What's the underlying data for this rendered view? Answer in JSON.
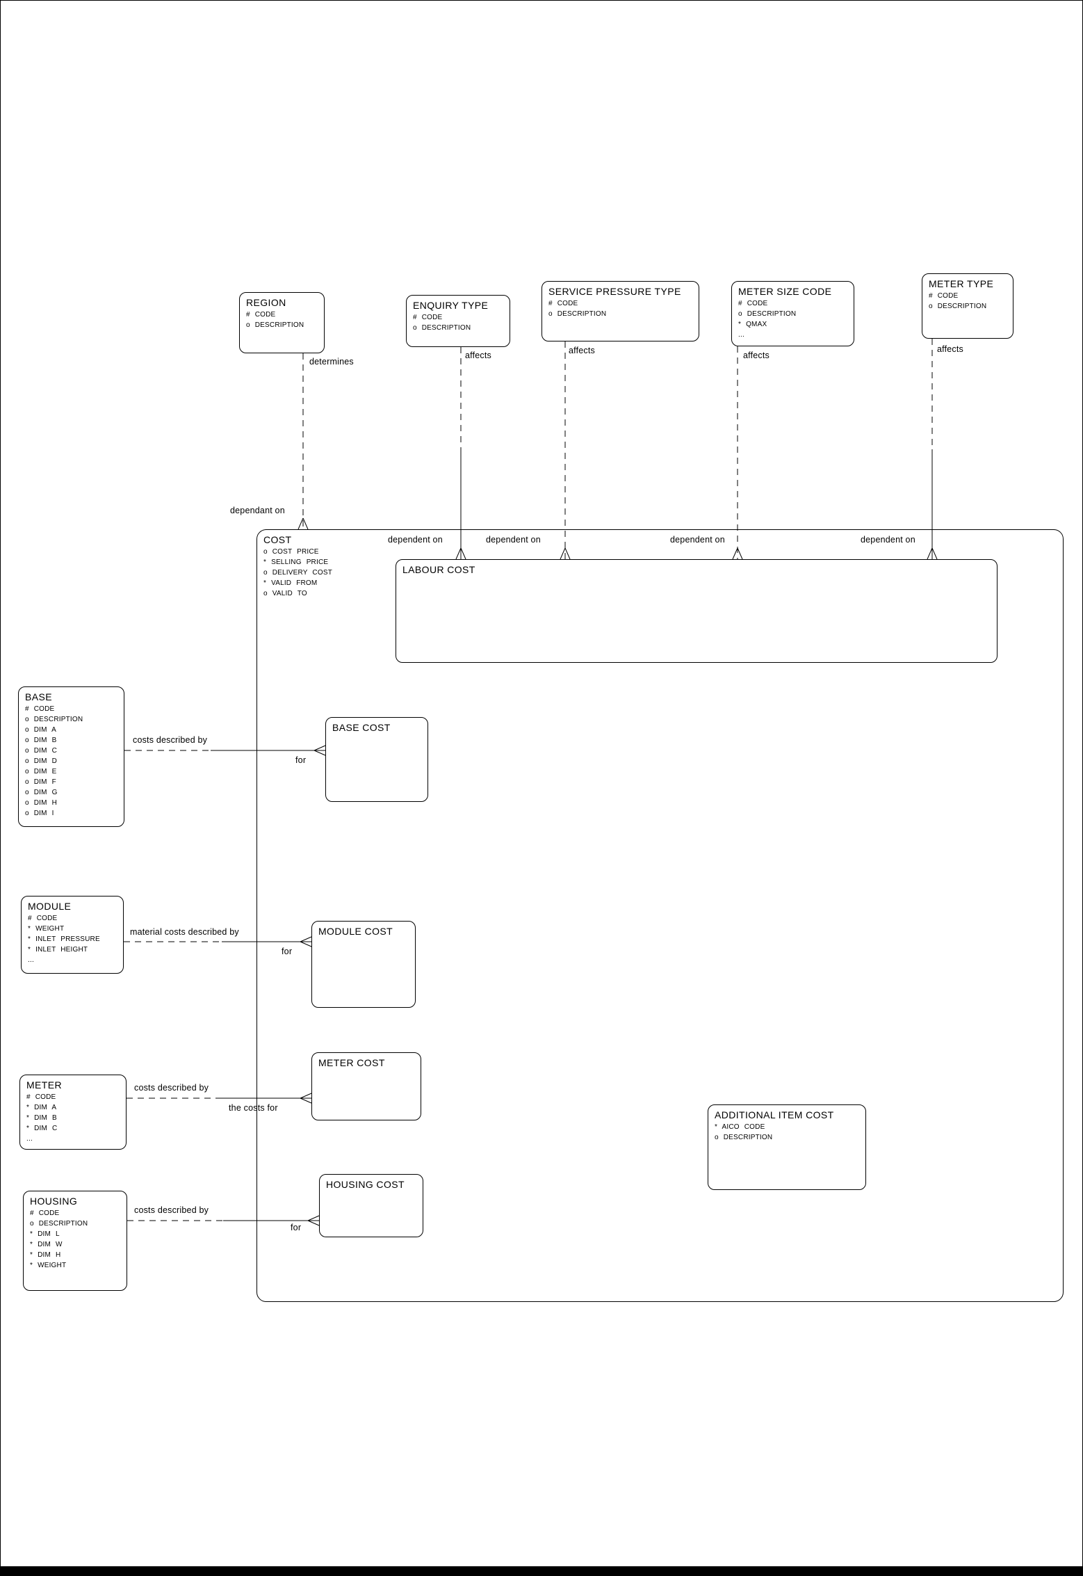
{
  "entities": {
    "region": {
      "title": "REGION",
      "attrs": [
        "# CODE",
        "o DESCRIPTION"
      ]
    },
    "enquiry_type": {
      "title": "ENQUIRY TYPE",
      "attrs": [
        "# CODE",
        "o DESCRIPTION"
      ]
    },
    "service_pressure_type": {
      "title": "SERVICE PRESSURE TYPE",
      "attrs": [
        "# CODE",
        "o DESCRIPTION"
      ]
    },
    "meter_size_code": {
      "title": "METER SIZE CODE",
      "attrs": [
        "# CODE",
        "o DESCRIPTION",
        "* QMAX",
        "..."
      ]
    },
    "meter_type": {
      "title": "METER TYPE",
      "attrs": [
        "# CODE",
        "o DESCRIPTION"
      ]
    },
    "cost": {
      "title": "COST",
      "attrs": [
        "o COST PRICE",
        "* SELLING PRICE",
        "o DELIVERY COST",
        "* VALID FROM",
        "o VALID TO"
      ]
    },
    "labour_cost": {
      "title": "LABOUR COST",
      "attrs": []
    },
    "base": {
      "title": "BASE",
      "attrs": [
        "# CODE",
        "o DESCRIPTION",
        "o DIM A",
        "o DIM B",
        "o DIM C",
        "o DIM D",
        "o DIM E",
        "o DIM F",
        "o DIM G",
        "o DIM H",
        "o DIM I"
      ]
    },
    "base_cost": {
      "title": "BASE COST",
      "attrs": []
    },
    "module": {
      "title": "MODULE",
      "attrs": [
        "# CODE",
        "* WEIGHT",
        "* INLET PRESSURE",
        "* INLET HEIGHT",
        "..."
      ]
    },
    "module_cost": {
      "title": "MODULE COST",
      "attrs": []
    },
    "meter": {
      "title": "METER",
      "attrs": [
        "# CODE",
        "* DIM A",
        "* DIM B",
        "* DIM C",
        "..."
      ]
    },
    "meter_cost": {
      "title": "METER COST",
      "attrs": []
    },
    "additional_item_cost": {
      "title": "ADDITIONAL ITEM COST",
      "attrs": [
        "* AICO CODE",
        "o DESCRIPTION"
      ]
    },
    "housing": {
      "title": "HOUSING",
      "attrs": [
        "# CODE",
        "o DESCRIPTION",
        "* DIM L",
        "* DIM W",
        "* DIM H",
        "* WEIGHT"
      ]
    },
    "housing_cost": {
      "title": "HOUSING COST",
      "attrs": []
    }
  },
  "relationship_labels": {
    "region_determines": "determines",
    "cost_dependant_on": "dependant on",
    "enquiry_affects": "affects",
    "service_affects": "affects",
    "meter_size_affects": "affects",
    "meter_type_affects": "affects",
    "dependent_on_enquiry": "dependent on",
    "dependent_on_service": "dependent on",
    "dependent_on_meter_size": "dependent on",
    "dependent_on_meter_type": "dependent on",
    "base_costs_described_by": "costs described by",
    "base_for": "for",
    "module_costs_described_by": "material costs described by",
    "module_for": "for",
    "meter_costs_described_by": "costs described by",
    "meter_the_costs_for": "the costs for",
    "housing_costs_described_by": "costs described by",
    "housing_for": "for"
  },
  "colors": {
    "line": "#000000",
    "background": "#ffffff"
  }
}
